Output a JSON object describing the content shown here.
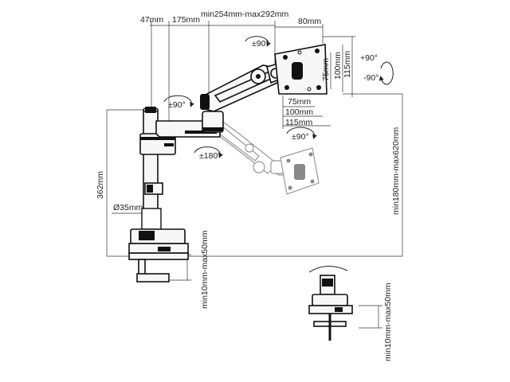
{
  "dimensions": {
    "clamp_offset": "47mm",
    "pole_offset": "175mm",
    "arm_length": "min254mm-max292mm",
    "head_depth": "80mm",
    "total_height": "362mm",
    "pole_diameter": "Ø35mm",
    "reach": "min180mm-max620mm",
    "clamp_thickness": "min10mm-max50mm",
    "grommet_thickness": "min10mm-max50mm",
    "vesa_h_75": "75mm",
    "vesa_h_100": "100mm",
    "vesa_h_115": "115mm",
    "vesa_v_75": "75mm",
    "vesa_v_100": "100mm",
    "vesa_v_115": "115mm"
  },
  "rotations": {
    "tilt_top": "±90°",
    "arm_swivel": "±90°",
    "base_swivel": "±180°",
    "head_swivel": "±90°",
    "tilt_up": "+90°",
    "tilt_down": "-90°"
  },
  "icons": [
    "rotation-arrow-icon",
    "vesa-plate-icon",
    "desk-clamp-icon",
    "grommet-mount-icon"
  ]
}
